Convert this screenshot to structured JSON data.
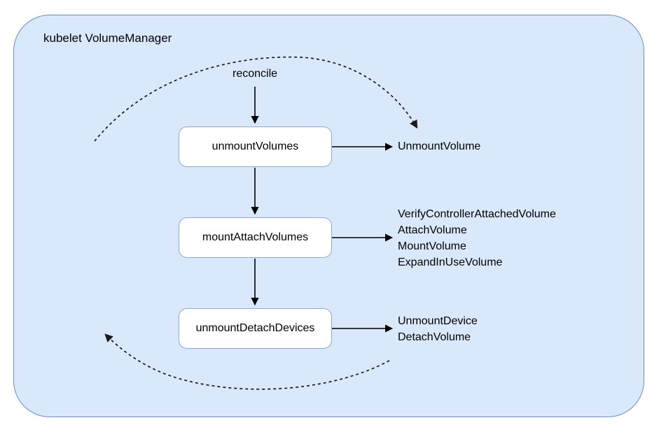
{
  "diagram": {
    "type": "flowchart",
    "title": "kubelet VolumeManager",
    "entry_label": "reconcile",
    "colors": {
      "container_fill": "#dae8fc",
      "container_stroke": "#6c8ebf",
      "node_fill": "#ffffff",
      "node_stroke": "#8ea9c9",
      "edge": "#000000",
      "text": "#000000",
      "page_background": "#ffffff"
    },
    "nodes": [
      {
        "id": "unmount-volumes",
        "label": "unmountVolumes"
      },
      {
        "id": "mount-attach-volumes",
        "label": "mountAttachVolumes"
      },
      {
        "id": "unmount-detach-devices",
        "label": "unmountDetachDevices"
      }
    ],
    "operations": [
      {
        "from": "unmountVolumes",
        "lines": [
          "UnmountVolume"
        ],
        "text": "UnmountVolume"
      },
      {
        "from": "mountAttachVolumes",
        "lines": [
          "VerifyControllerAttachedVolume",
          "AttachVolume",
          "MountVolume",
          "ExpandInUseVolume"
        ],
        "text": "VerifyControllerAttachedVolume\nAttachVolume\nMountVolume\nExpandInUseVolume"
      },
      {
        "from": "unmountDetachDevices",
        "lines": [
          "UnmountDevice",
          "DetachVolume"
        ],
        "text": "UnmountDevice\nDetachVolume"
      }
    ],
    "edges": [
      {
        "id": "reconcile-to-unmount-volumes",
        "style": "solid",
        "from": "reconcile",
        "to": "unmountVolumes"
      },
      {
        "id": "unmount-volumes-to-mount-attach",
        "style": "solid",
        "from": "unmountVolumes",
        "to": "mountAttachVolumes"
      },
      {
        "id": "mount-attach-to-unmount-detach",
        "style": "solid",
        "from": "mountAttachVolumes",
        "to": "unmountDetachDevices"
      },
      {
        "id": "unmount-volumes-to-ops",
        "style": "solid",
        "from": "unmountVolumes",
        "to": "UnmountVolume"
      },
      {
        "id": "mount-attach-to-ops",
        "style": "solid",
        "from": "mountAttachVolumes",
        "to": "AttachVolume"
      },
      {
        "id": "unmount-detach-to-ops",
        "style": "solid",
        "from": "unmountDetachDevices",
        "to": "UnmountDevice"
      },
      {
        "id": "loop-top-dashed",
        "style": "dashed",
        "from": "loop-left",
        "to": "UnmountVolume"
      },
      {
        "id": "loop-bottom-dashed",
        "style": "dashed",
        "from": "loop-right",
        "to": "loop-left"
      }
    ]
  }
}
